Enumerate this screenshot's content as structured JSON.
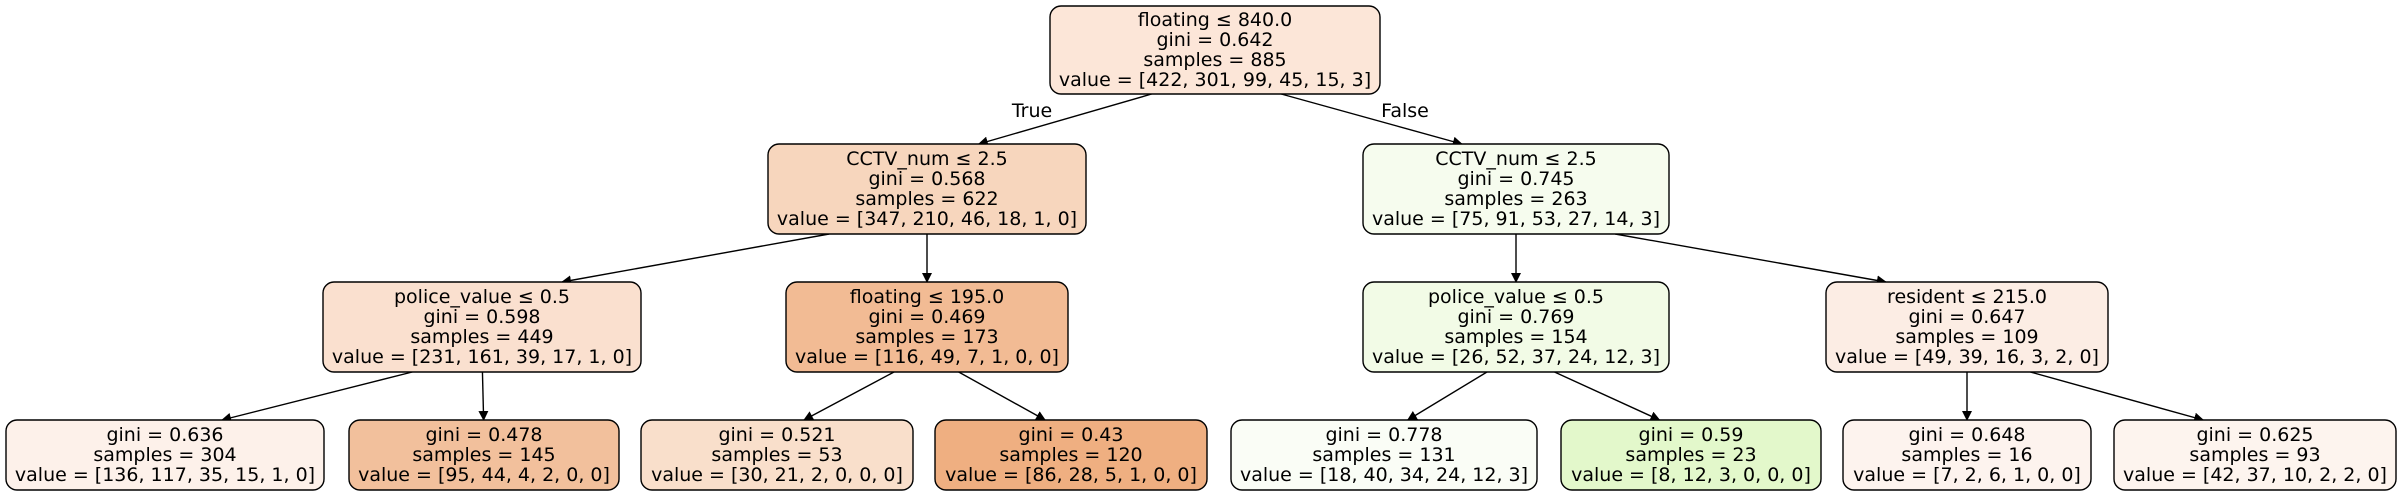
{
  "tree": {
    "nodes": [
      {
        "id": "n0",
        "lines": [
          "floating ≤ 840.0",
          "gini = 0.642",
          "samples = 885",
          "value = [422, 301, 99, 45, 15, 3]"
        ],
        "fill": "#fce6d8"
      },
      {
        "id": "n1",
        "lines": [
          "CCTV_num ≤ 2.5",
          "gini = 0.568",
          "samples = 622",
          "value = [347, 210, 46, 18, 1, 0]"
        ],
        "fill": "#f7d6bd"
      },
      {
        "id": "n2",
        "lines": [
          "CCTV_num ≤ 2.5",
          "gini = 0.745",
          "samples = 263",
          "value = [75, 91, 53, 27, 14, 3]"
        ],
        "fill": "#f6fcee"
      },
      {
        "id": "n3",
        "lines": [
          "police_value ≤ 0.5",
          "gini = 0.598",
          "samples = 449",
          "value = [231, 161, 39, 17, 1, 0]"
        ],
        "fill": "#fae0cf"
      },
      {
        "id": "n4",
        "lines": [
          "floating ≤ 195.0",
          "gini = 0.469",
          "samples = 173",
          "value = [116, 49, 7, 1, 0, 0]"
        ],
        "fill": "#f2bb94"
      },
      {
        "id": "n5",
        "lines": [
          "police_value ≤ 0.5",
          "gini = 0.769",
          "samples = 154",
          "value = [26, 52, 37, 24, 12, 3]"
        ],
        "fill": "#f2fbe6"
      },
      {
        "id": "n6",
        "lines": [
          "resident ≤ 215.0",
          "gini = 0.647",
          "samples = 109",
          "value = [49, 39, 16, 3, 2, 0]"
        ],
        "fill": "#fcede4"
      },
      {
        "id": "n7",
        "lines": [
          "gini = 0.636",
          "samples = 304",
          "value = [136, 117, 35, 15, 1, 0]"
        ],
        "fill": "#fdf1ea"
      },
      {
        "id": "n8",
        "lines": [
          "gini = 0.478",
          "samples = 145",
          "value = [95, 44, 4, 2, 0, 0]"
        ],
        "fill": "#f2c09c"
      },
      {
        "id": "n9",
        "lines": [
          "gini = 0.521",
          "samples = 53",
          "value = [30, 21, 2, 0, 0, 0]"
        ],
        "fill": "#f9dfcb"
      },
      {
        "id": "n10",
        "lines": [
          "gini = 0.43",
          "samples = 120",
          "value = [86, 28, 5, 1, 0, 0]"
        ],
        "fill": "#efaf81"
      },
      {
        "id": "n11",
        "lines": [
          "gini = 0.778",
          "samples = 131",
          "value = [18, 40, 34, 24, 12, 3]"
        ],
        "fill": "#fafdf6"
      },
      {
        "id": "n12",
        "lines": [
          "gini = 0.59",
          "samples = 23",
          "value = [8, 12, 3, 0, 0, 0]"
        ],
        "fill": "#e3f8cb"
      },
      {
        "id": "n13",
        "lines": [
          "gini = 0.648",
          "samples = 16",
          "value = [7, 2, 6, 1, 0, 0]"
        ],
        "fill": "#fdf3ee"
      },
      {
        "id": "n14",
        "lines": [
          "gini = 0.625",
          "samples = 93",
          "value = [42, 37, 10, 2, 2, 0]"
        ],
        "fill": "#fdf4ee"
      }
    ],
    "edges": [
      {
        "from": "n0",
        "to": "n1",
        "label": "True"
      },
      {
        "from": "n0",
        "to": "n2",
        "label": "False"
      },
      {
        "from": "n1",
        "to": "n3",
        "label": ""
      },
      {
        "from": "n1",
        "to": "n4",
        "label": ""
      },
      {
        "from": "n2",
        "to": "n5",
        "label": ""
      },
      {
        "from": "n2",
        "to": "n6",
        "label": ""
      },
      {
        "from": "n3",
        "to": "n7",
        "label": ""
      },
      {
        "from": "n3",
        "to": "n8",
        "label": ""
      },
      {
        "from": "n4",
        "to": "n9",
        "label": ""
      },
      {
        "from": "n4",
        "to": "n10",
        "label": ""
      },
      {
        "from": "n5",
        "to": "n11",
        "label": ""
      },
      {
        "from": "n5",
        "to": "n12",
        "label": ""
      },
      {
        "from": "n6",
        "to": "n13",
        "label": ""
      },
      {
        "from": "n6",
        "to": "n14",
        "label": ""
      }
    ]
  }
}
